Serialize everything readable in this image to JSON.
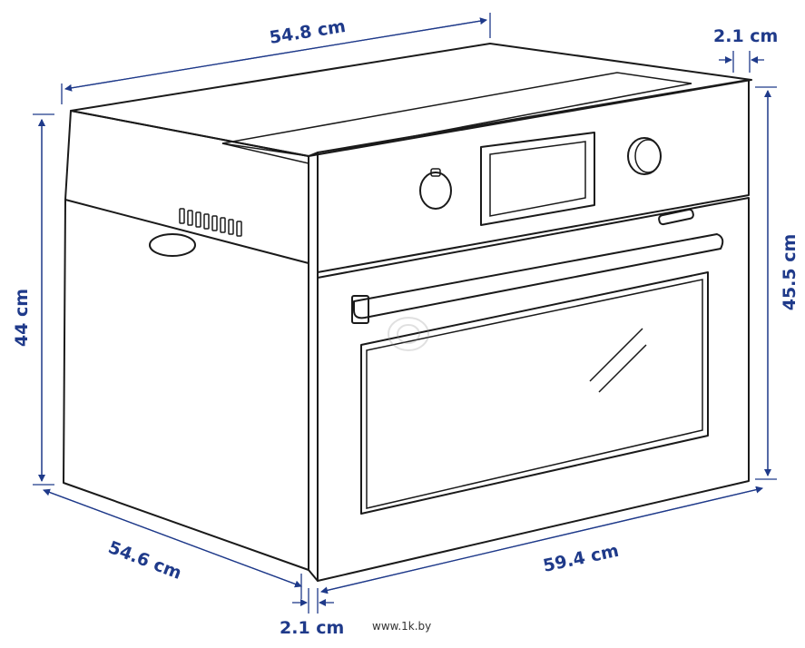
{
  "dimensions": {
    "top_depth": "54.8 cm",
    "front_thickness_top": "2.1 cm",
    "height_body": "44 cm",
    "height_front": "45.5 cm",
    "side_depth": "54.6 cm",
    "front_width": "59.4 cm",
    "front_thickness_bottom": "2.1 cm"
  },
  "watermark": "www.1k.by",
  "colors": {
    "dimension": "#1f3a8a",
    "outline": "#1a1a1a",
    "background": "#ffffff"
  }
}
